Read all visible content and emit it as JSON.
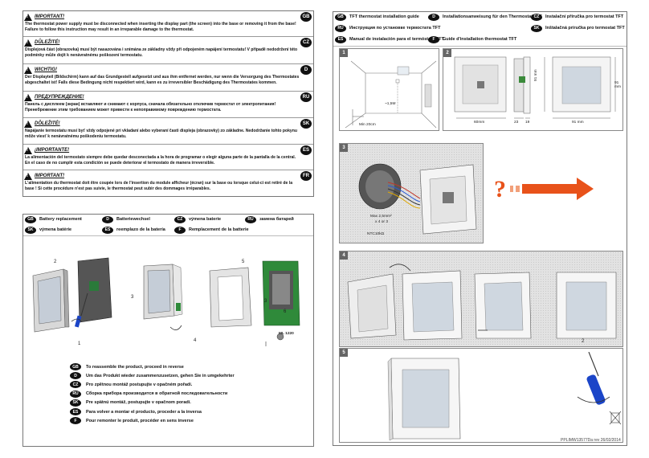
{
  "warnings": [
    {
      "lang": "GB",
      "title": "IMPORTANT!",
      "text": "The thermostat power supply must be disconnected when inserting the display part (the screen) into the base or removing it from the base! Failure to follow this instruction may result in an irreparable damage to the thermostat."
    },
    {
      "lang": "CZ",
      "title": "DŮLEŽITÉ!",
      "text": "Displejová část (obrazovka) musí být nasazována i snímána ze základny vždy při odpojeném napájení termostatu! V případě nedodržení této podmínky může dojít k nenávratnému poškození termostatu."
    },
    {
      "lang": "D",
      "title": "WICHTIG!",
      "text": "Der Displayteil (Bildschirm) kann auf das Grundgestell aufgesetzt und aus ihm entfernet werden, nur wenn die Versorgung des Thermostates abgeschaltet ist! Falls diese Bedingung nicht respektiert wird, kann es zu irreversibler Beschädigung des Thermostates kommen."
    },
    {
      "lang": "RU",
      "title": "ПРЕДУПРЕЖДЕНИЕ!",
      "text": "Панель с дисплеем (экран) вставляют и снимают с корпуса, сначала обязательно отключив термостат от электропитания! Пренебрежение этим требованием может привести к непоправимому повреждению термостата."
    },
    {
      "lang": "SK",
      "title": "DÔLEŽITÉ!",
      "text": "Napájanie termostatu musí byť vždy odpojené pri vkladaní alebo vyberaní časti displeja (obrazovky) zo základne. Nedodržanie tohto pokynu môže viesť k nenávratnému poškodeniu termostatu."
    },
    {
      "lang": "ES",
      "title": "¡IMPORTANTE!",
      "text": "La alimentación del termostato siempre debe quedar desconectada a la hora de programar o elegir alguna parte de la pantalla de la central. En el caso de no cumplir esta condición se puede deteriorar el termostato de manera irreversible."
    },
    {
      "lang": "FR",
      "title": "IMPORTANT!",
      "text": "L'alimentation du thermostat doit être coupée lors de l'insertion du module afficheur (écran) sur la base ou lorsque celui-ci est retiré de la base ! Si cette procédure n'est pas suivie, le thermostat peut subir des dommages irréparables."
    }
  ],
  "battery": {
    "header": [
      {
        "lang": "GB",
        "label": "Battery replacement"
      },
      {
        "lang": "D",
        "label": "Batteriewechsel"
      },
      {
        "lang": "CZ",
        "label": "výmena baterie"
      },
      {
        "lang": "RU",
        "label": "замена батарей"
      },
      {
        "lang": "SK",
        "label": "výmena batérie"
      },
      {
        "lang": "ES",
        "label": "reemplazo de la batería"
      },
      {
        "lang": "F",
        "label": "Remplacement de la batterie"
      }
    ],
    "step_numbers": [
      "1",
      "2",
      "3",
      "4",
      "5",
      "6",
      "3"
    ],
    "battery_model": "ML 1220",
    "reassemble": [
      {
        "lang": "GB",
        "text": "To reassemble the product, proceed in reverse"
      },
      {
        "lang": "D",
        "text": "Um das Produkt wieder zusammenzusetzen, gehen Sie in umgekehrter"
      },
      {
        "lang": "CZ",
        "text": "Pro zpětnou montáž postupujte v opačném pořadí."
      },
      {
        "lang": "RU",
        "text": "Сборка прибора производится в обратной последовательности"
      },
      {
        "lang": "SK",
        "text": "Pre spätnú montáž, postupujte v opačnom poradí."
      },
      {
        "lang": "ES",
        "text": "Para volver a montar el producto, proceder a la inversa"
      },
      {
        "lang": "F",
        "text": "Pour remonter le produit, procéder en sens inverse"
      }
    ]
  },
  "guide": {
    "titles": [
      {
        "lang": "GB",
        "label": "TFT thermostat installation guide"
      },
      {
        "lang": "D",
        "label": "Installationsanweisung für den Thermostat TFT"
      },
      {
        "lang": "CZ",
        "label": "Instalační příručka pro termostat TFT"
      },
      {
        "lang": "RU",
        "label": "Инструкция по установке термостата TFT"
      },
      {
        "lang": "SK",
        "label": "Inštalačná príručka pro termostat TFT"
      },
      {
        "lang": "ES",
        "label": "Manual de instalación para el termóstato TFT"
      },
      {
        "lang": "F",
        "label": "Guide d'installation thermostat TFT"
      }
    ],
    "box_numbers": [
      "1",
      "2",
      "3",
      "4",
      "5"
    ],
    "height_label": "~1,5M",
    "min_label": "Min 20cm",
    "dims": {
      "d60": "60mm",
      "d23": "23",
      "d19": "19",
      "d91a": "91 mm",
      "d91b": "91 mm",
      "d91c": "91 mm"
    },
    "wire_labels": {
      "max": "Max 2,5mm²",
      "size": "x 4 or 3",
      "ntc": "NTC10kΩ"
    },
    "screw_step": "2",
    "part_number": "PPLIMW13577Da rev 26/02/2014"
  },
  "colors": {
    "arrow": "#e8521a",
    "arrow_light": "#f2a07a",
    "pcb": "#2f8a3a",
    "screwdriver": "#1b45c8"
  }
}
